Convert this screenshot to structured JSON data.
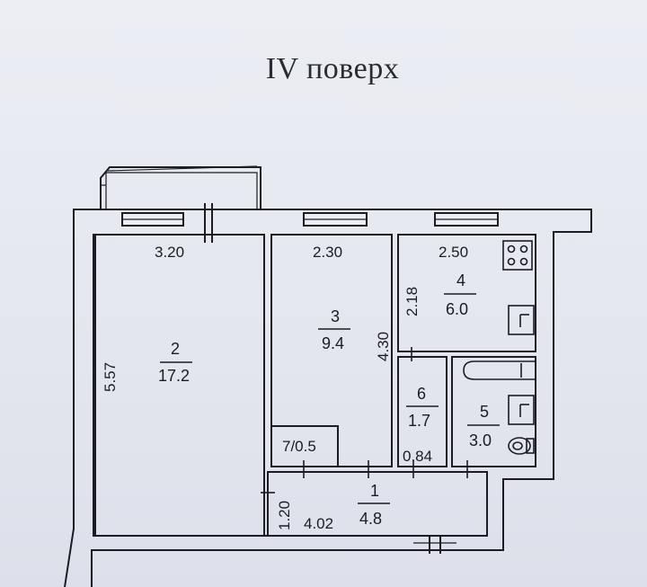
{
  "floor_title": "IV поверх",
  "rooms": [
    {
      "number": "2",
      "area": "17.2"
    },
    {
      "number": "3",
      "area": "9.4"
    },
    {
      "number": "4",
      "area": "6.0"
    },
    {
      "number": "6",
      "area": "1.7"
    },
    {
      "number": "5",
      "area": "3.0"
    },
    {
      "number": "1",
      "area": "4.8"
    }
  ],
  "closet_label": "7/0.5",
  "dimensions": [
    "3.20",
    "5.57",
    "2.30",
    "4.30",
    "2.50",
    "2.18",
    "0.84",
    "1.20",
    "4.02"
  ],
  "colors": {
    "line": "#1c1c22",
    "paper": "#e6e9f0"
  }
}
